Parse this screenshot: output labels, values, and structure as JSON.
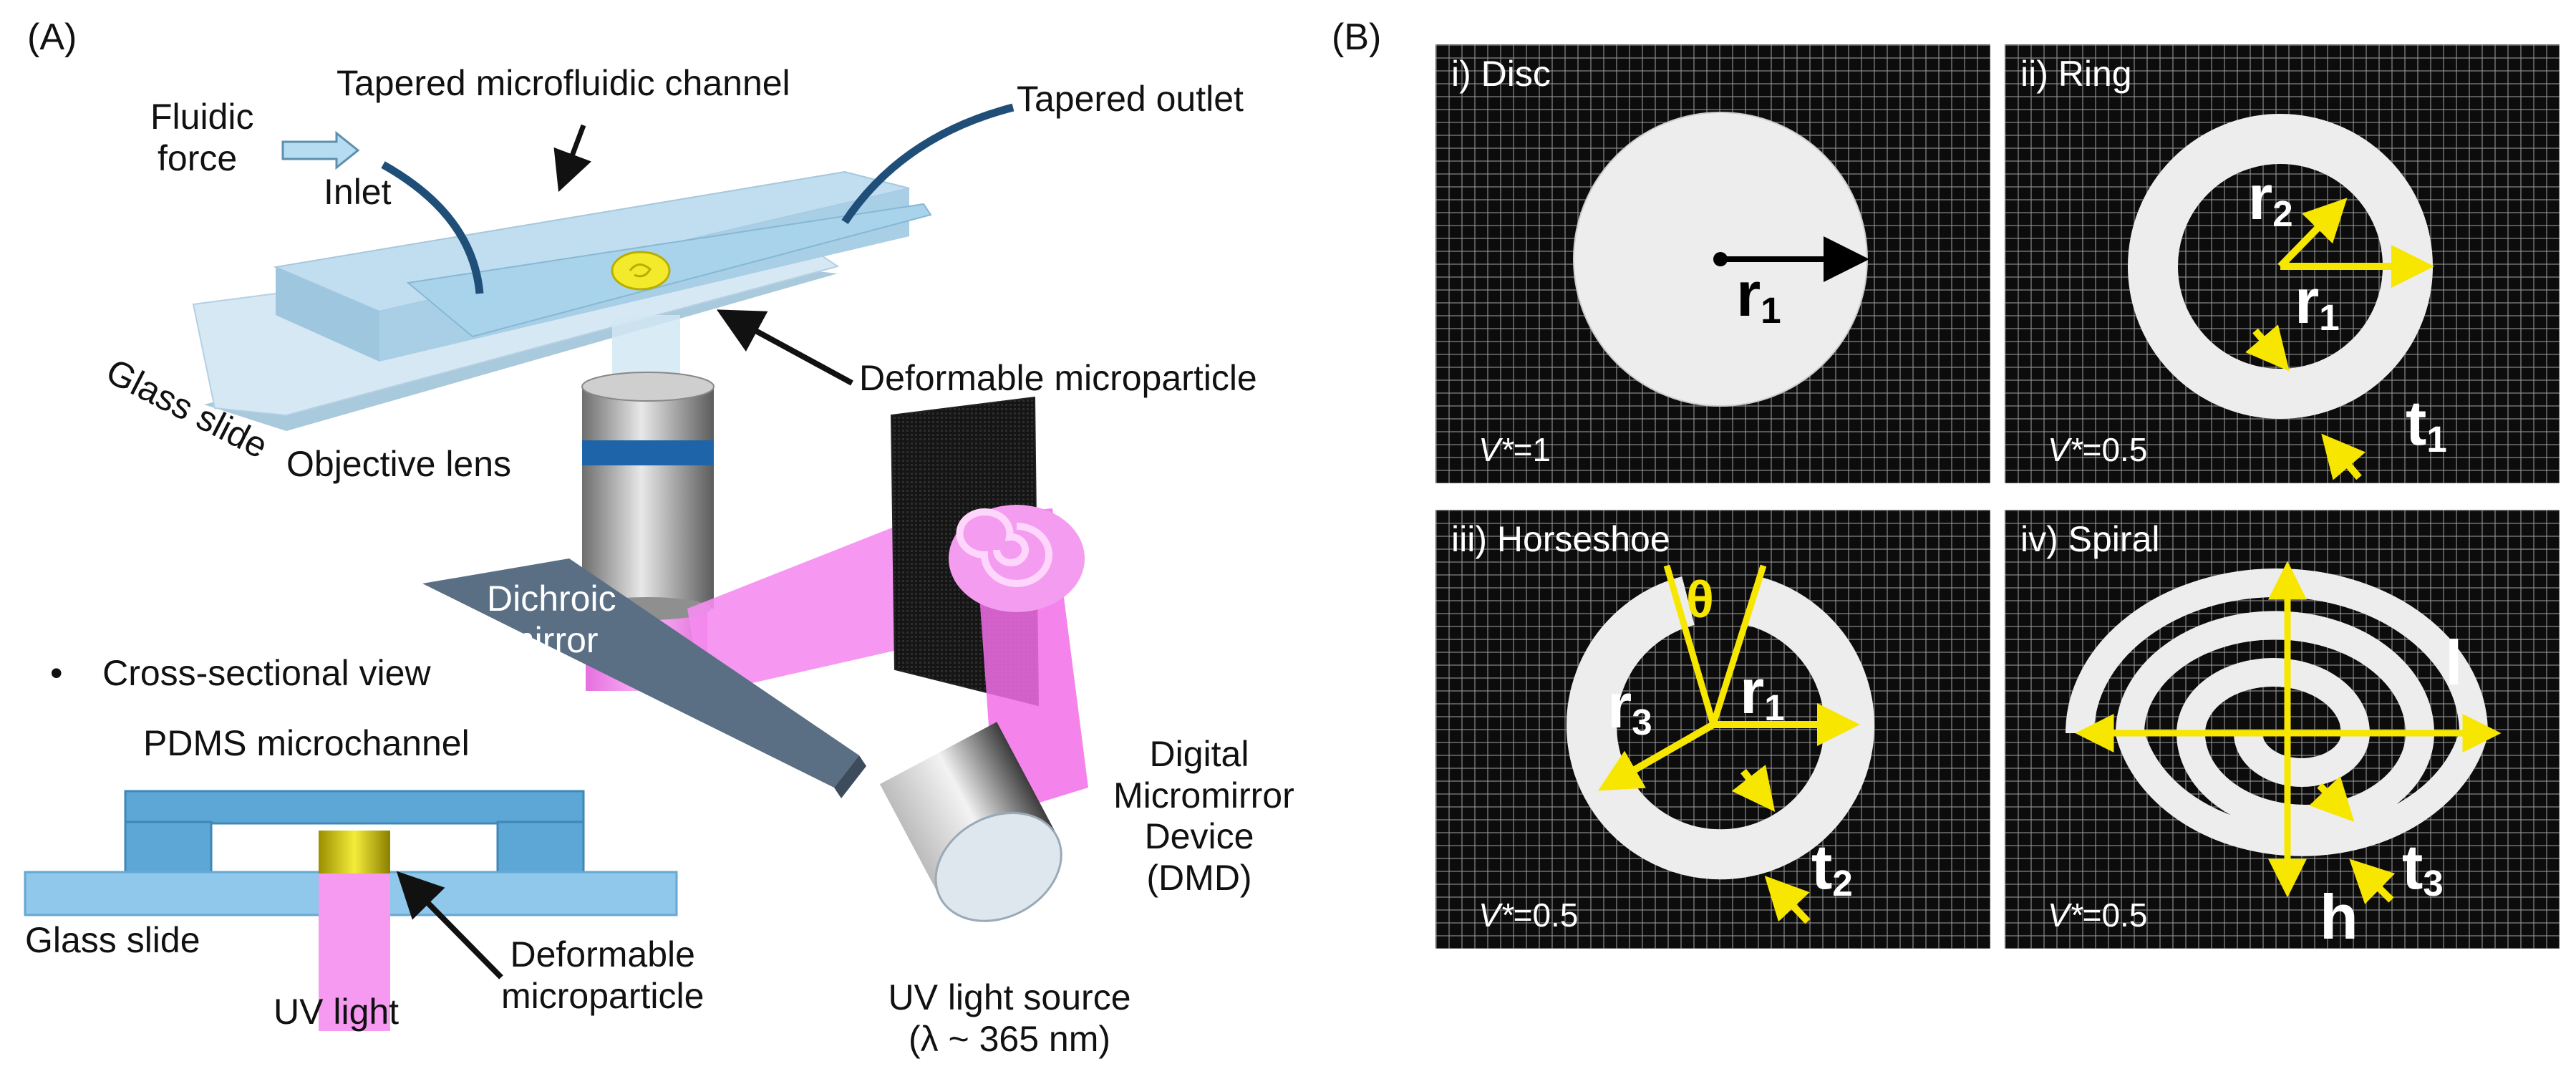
{
  "panel_a": {
    "label": "(A)",
    "fluidic_force": [
      "Fluidic",
      "force"
    ],
    "inlet": "Inlet",
    "channel": "Tapered microfluidic channel",
    "outlet": "Tapered outlet",
    "glass_slide": "Glass slide",
    "particle": "Deformable microparticle",
    "objective": "Objective lens",
    "dichroic": [
      "Dichroic",
      "mirror"
    ],
    "dmd": [
      "Digital",
      "Micromirror",
      "Device",
      "(DMD)"
    ],
    "uv_source": [
      "UV light source",
      "(λ ~ 365 nm)"
    ],
    "cross_bullet": "•",
    "cross_title": "Cross-sectional view",
    "pdms": "PDMS microchannel",
    "cs_glass": "Glass slide",
    "cs_uv": "UV light",
    "cs_particle": [
      "Deformable",
      "microparticle"
    ]
  },
  "panel_b": {
    "label": "(B)",
    "tiles": [
      {
        "name": "i) Disc",
        "vstar_symbol": "V*",
        "vstar_value": "=1",
        "labels": {
          "r1": "r",
          "r1_sub": "1"
        }
      },
      {
        "name": "ii) Ring",
        "vstar_symbol": "V*",
        "vstar_value": "=0.5",
        "labels": {
          "r2": "r",
          "r2_sub": "2",
          "r1": "r",
          "r1_sub": "1",
          "t1": "t",
          "t1_sub": "1"
        }
      },
      {
        "name": "iii) Horseshoe",
        "vstar_symbol": "V*",
        "vstar_value": "=0.5",
        "labels": {
          "theta": "θ",
          "r3": "r",
          "r3_sub": "3",
          "r1": "r",
          "r1_sub": "1",
          "t2": "t",
          "t2_sub": "2"
        }
      },
      {
        "name": "iv) Spiral",
        "vstar_symbol": "V*",
        "vstar_value": "=0.5",
        "labels": {
          "l": "l",
          "h": "h",
          "t3": "t",
          "t3_sub": "3"
        }
      }
    ]
  },
  "colors": {
    "channel_blue": "#b9dcee",
    "slide_blue": "#cfe4f1",
    "tube_dark_blue": "#1f4f78",
    "uv_pink": "#f58cf0",
    "mirror_gray": "#5b6f84",
    "particle_yellow": "#f2ea2a",
    "annotation_yellow": "#f7e600",
    "tile_bg": "#0c0c0c"
  }
}
